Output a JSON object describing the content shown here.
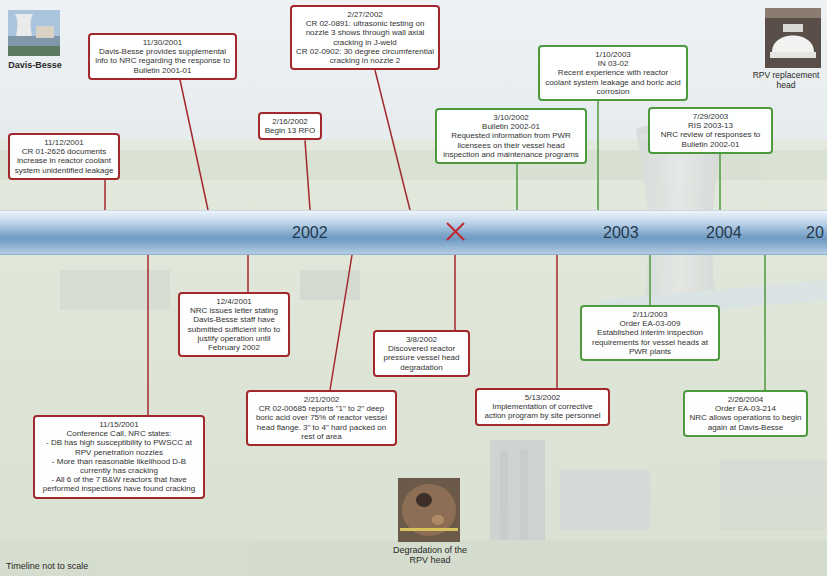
{
  "diagram": {
    "nodes": [
      {
        "text": [
          "11/12/2001",
          "CR 01-2626 documents increase in reactor coolant system unidentified leakage"
        ]
      },
      {
        "text": [
          "11/30/2001",
          "Davis-Besse provides supplemental info to NRC regarding the response to Bulletin 2001-01"
        ]
      },
      {
        "text": [
          "2/16/2002",
          "Begin 13 RFO"
        ]
      },
      {
        "text": [
          "2/27/2002",
          "CR 02-0891: ultrasonic testing on nozzle 3 shows through wall axial cracking in J-weld",
          "CR 02-0902: 30 degree circumferential cracking in nozzle 2"
        ]
      },
      {
        "text": [
          "3/10/2002",
          "Bulletin 2002-01",
          "Requested information from PWR licensees on their vessel head inspection and maintenance programs"
        ]
      },
      {
        "text": [
          "1/10/2003",
          "IN 03-02",
          "Recent experience with reactor coolant system leakage and boric acid corrosion"
        ]
      },
      {
        "text": [
          "7/29/2003",
          "RIS 2003-13",
          "NRC review of responses to Bulletin 2002-01"
        ]
      },
      {
        "text": [
          "2002",
          "2003",
          "2004",
          "20"
        ]
      },
      {
        "text": [
          "11/15/2001",
          "Conference Call, NRC states:",
          "- DB has high susceptibility to PWSCC at RPV penetration nozzles",
          "- More than reasonable likelihood D-B currently has cracking",
          "- All 6 of the 7 B&W reactors that have performed inspections have found cracking"
        ]
      },
      {
        "text": [
          "12/4/2001",
          "NRC issues letter stating Davis-Besse staff have submitted sufficient info to justify operation until February 2002"
        ]
      },
      {
        "text": [
          "2/21/2002",
          "CR 02-00685 reports \"1\" to 2\" deep boric acid over 75% of reactor vessel head flange. 3\" to 4\" hard packed on rest of area"
        ]
      },
      {
        "text": [
          "3/8/2002",
          "Discovered reactor pressure vessel head degradation"
        ]
      },
      {
        "text": [
          "5/13/2002",
          "Implementation of corrective action program by site personnel"
        ]
      },
      {
        "text": [
          "2/11/2003",
          "Order EA-03-009",
          "Established interim inspection requirements for vessel heads at PWR plants"
        ]
      },
      {
        "text": [
          "2/26/2004",
          "Order EA-03-214",
          "NRC allows operations to begin again at Davis-Besse"
        ]
      }
    ],
    "edges": [
      {
        "from": 0,
        "to": 7,
        "arrow": "none"
      },
      {
        "from": 1,
        "to": 7,
        "arrow": "none"
      },
      {
        "from": 2,
        "to": 7,
        "arrow": "none"
      },
      {
        "from": 3,
        "to": 7,
        "arrow": "none"
      },
      {
        "from": 4,
        "to": 7,
        "arrow": "none"
      },
      {
        "from": 5,
        "to": 7,
        "arrow": "none"
      },
      {
        "from": 6,
        "to": 7,
        "arrow": "none"
      },
      {
        "from": 8,
        "to": 7,
        "arrow": "none"
      },
      {
        "from": 9,
        "to": 7,
        "arrow": "none"
      },
      {
        "from": 10,
        "to": 7,
        "arrow": "none"
      },
      {
        "from": 11,
        "to": 7,
        "arrow": "none"
      },
      {
        "from": 12,
        "to": 7,
        "arrow": "none"
      },
      {
        "from": 13,
        "to": 7,
        "arrow": "none"
      },
      {
        "from": 14,
        "to": 7,
        "arrow": "none"
      }
    ],
    "labels": [
      "Davis-Besse",
      "RPV replacement head",
      "Degradation of the RPV head",
      "Timeline not to scale"
    ]
  }
}
